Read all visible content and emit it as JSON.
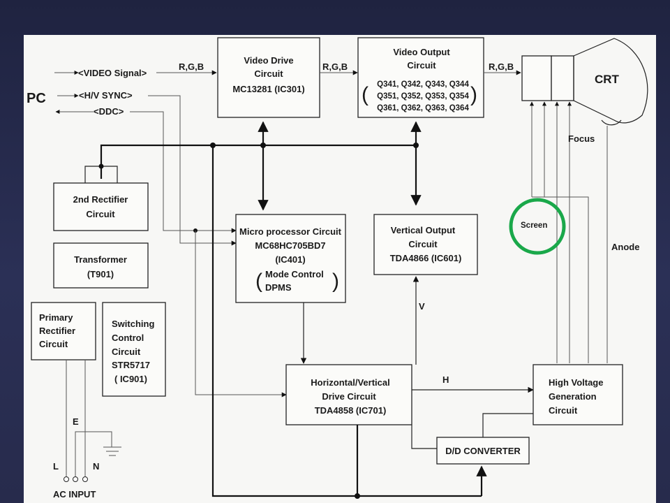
{
  "colors": {
    "slide_background": "#262a4a",
    "panel": "#f7f7f5",
    "highlight_circle": "#1aa84a",
    "ink": "#1a1a1a"
  },
  "source_label": "PC",
  "signals": {
    "video_signal": "<VIDEO Signal>",
    "hv_sync": "<H/V SYNC>",
    "ddc": "<DDC>",
    "rgb_1": "R,G,B",
    "rgb_2": "R,G,B",
    "rgb_3": "R,G,B",
    "focus": "Focus",
    "screen": "Screen",
    "anode": "Anode",
    "v": "V",
    "h": "H",
    "e": "E",
    "l": "L",
    "n": "N",
    "ac_input": "AC INPUT"
  },
  "blocks": {
    "video_drive": {
      "line1": "Video Drive",
      "line2": "Circuit",
      "line3": "MC13281 (IC301)"
    },
    "video_output": {
      "line1": "Video Output",
      "line2": "Circuit",
      "row1": "Q341, Q342, Q343, Q344",
      "row2": "Q351, Q352, Q353, Q354",
      "row3": "Q361, Q362, Q363, Q364"
    },
    "crt": {
      "label": "CRT"
    },
    "second_rectifier": {
      "line1": "2nd Rectifier",
      "line2": "Circuit"
    },
    "transformer": {
      "line1": "Transformer",
      "line2": "(T901)"
    },
    "primary_rectifier": {
      "line1": "Primary",
      "line2": "Rectifier",
      "line3": "Circuit"
    },
    "switching_control": {
      "line1": "Switching",
      "line2": "Control",
      "line3": "Circuit",
      "line4": "STR5717",
      "line5": "( IC901)"
    },
    "microprocessor": {
      "line1": "Micro processor Circuit",
      "line2": "MC68HC705BD7",
      "line3": "(IC401)",
      "line4": "Mode Control",
      "line5": "DPMS"
    },
    "vertical_output": {
      "line1": "Vertical Output",
      "line2": "Circuit",
      "line3": "TDA4866 (IC601)"
    },
    "hv_drive": {
      "line1": "Horizontal/Vertical",
      "line2": "Drive Circuit",
      "line3": "TDA4858 (IC701)"
    },
    "high_voltage": {
      "line1": "High Voltage",
      "line2": "Generation",
      "line3": "Circuit"
    },
    "dd_converter": {
      "label": "D/D CONVERTER"
    }
  }
}
